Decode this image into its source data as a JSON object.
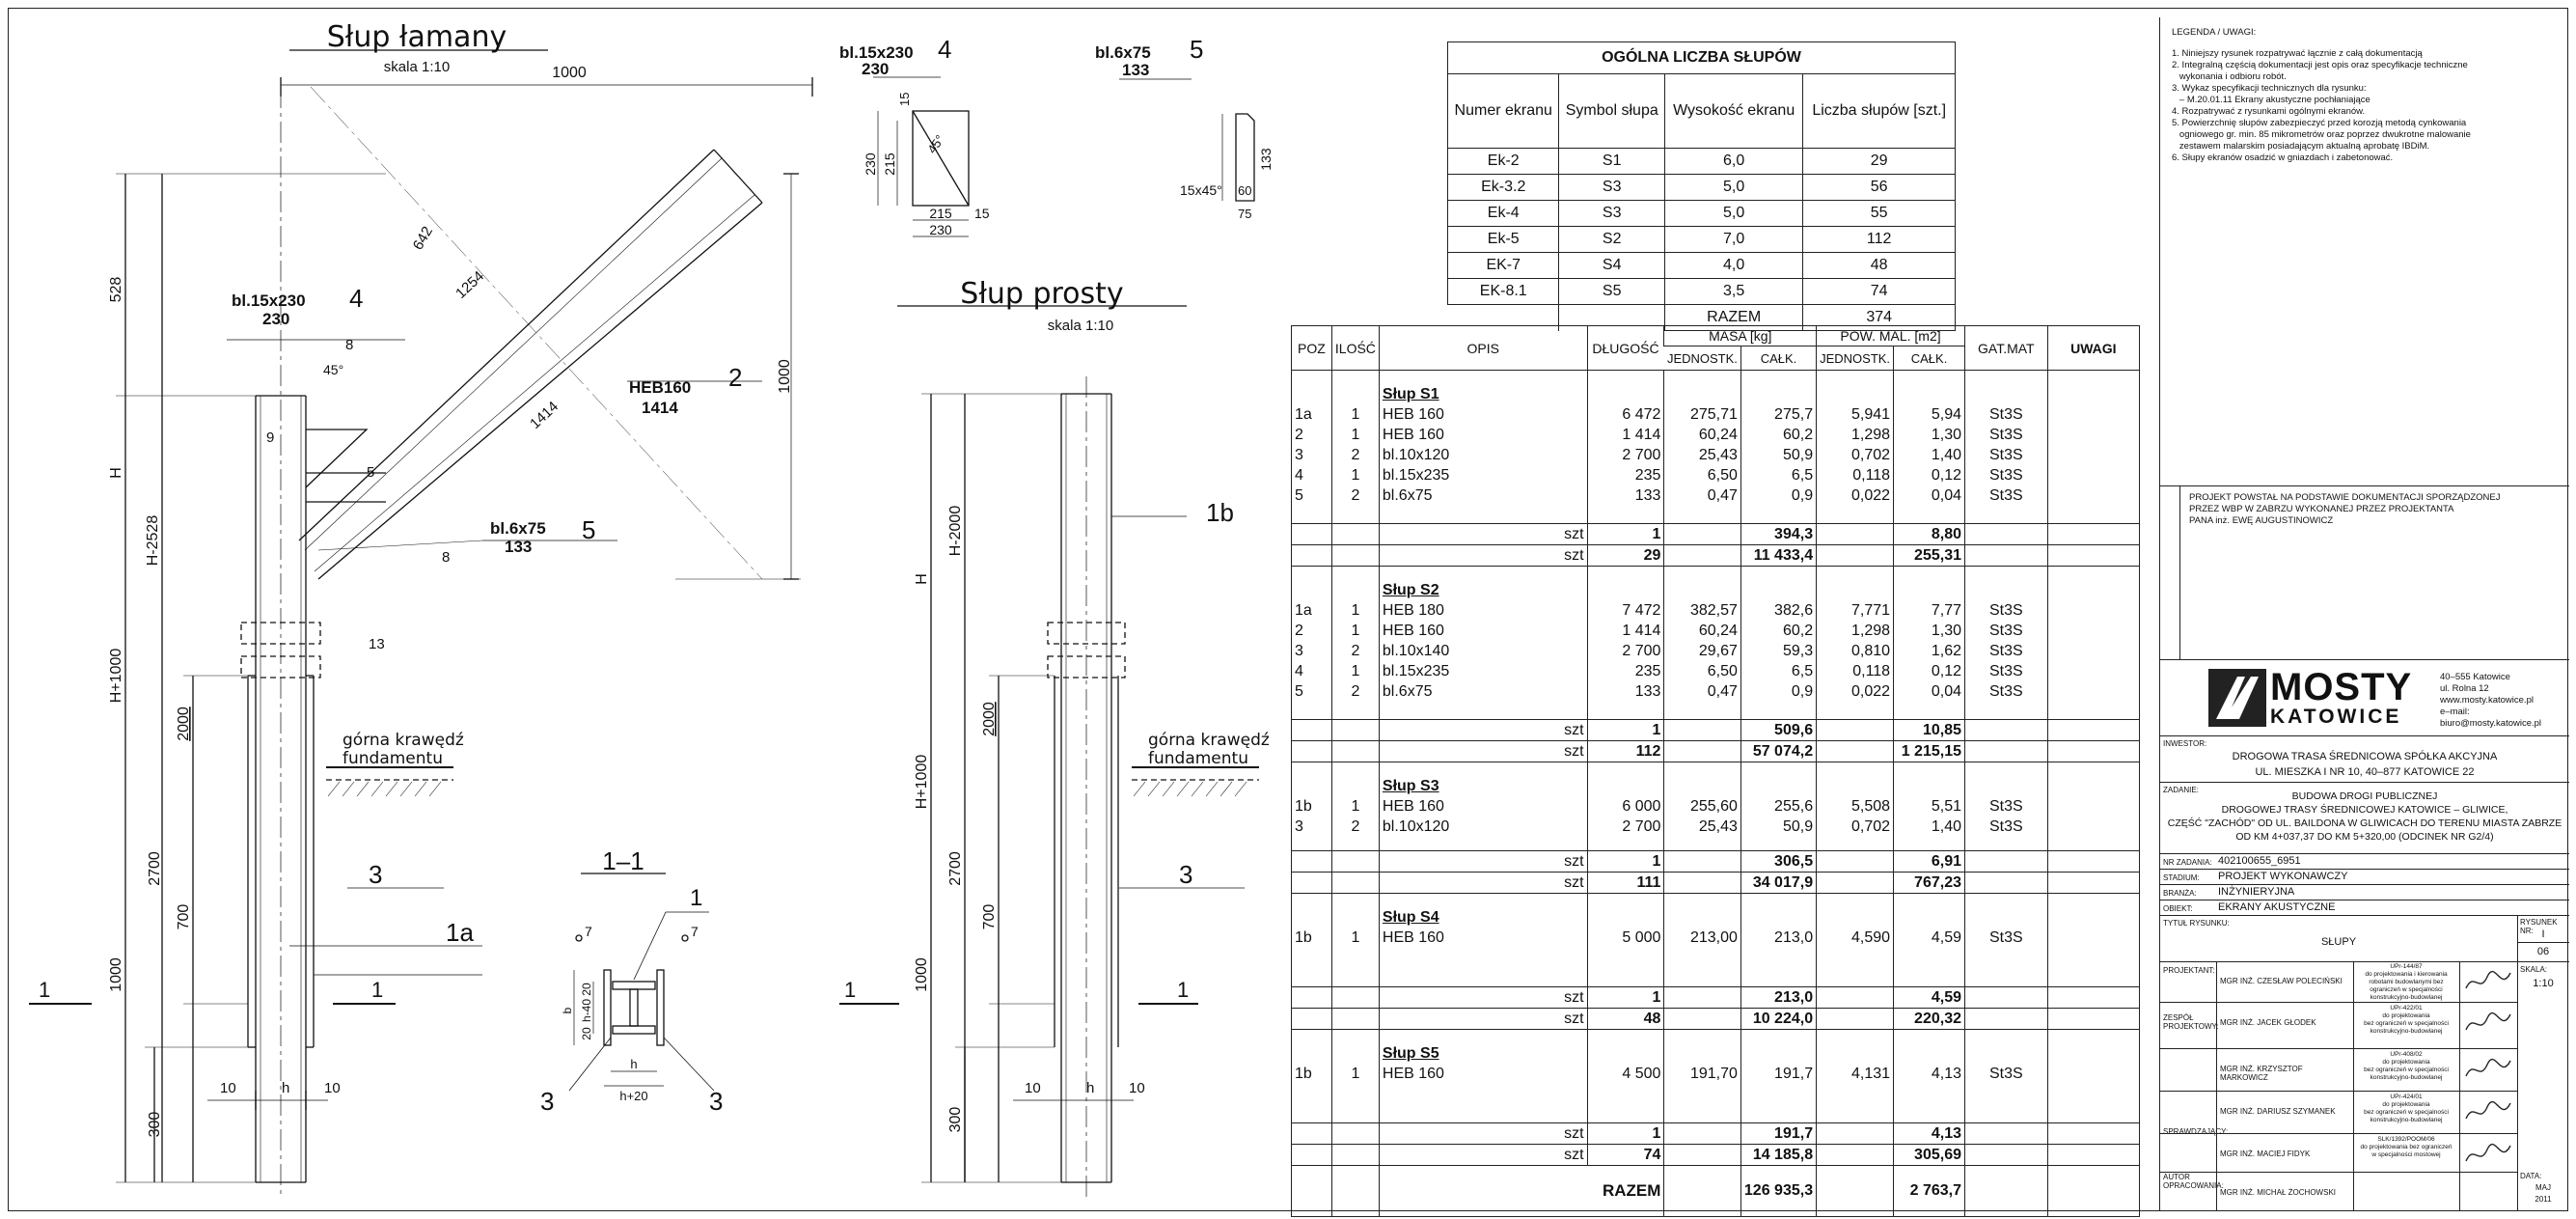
{
  "drawing_left": {
    "title": "Słup łamany",
    "scale": "skala 1:10",
    "dims": {
      "d1000_top": "1000",
      "d528": "528",
      "dH": "H",
      "dH2528": "H-2528",
      "dH1000": "H+1000",
      "d2000": "2000",
      "d2700": "2700",
      "d700": "700",
      "d1000_bot": "1000",
      "d300": "300",
      "d10a": "10",
      "dh": "h",
      "d10b": "10",
      "d642": "642",
      "d1254": "1254",
      "d1414": "1414",
      "d1000_right": "1000",
      "d45": "45°",
      "w8a": "8",
      "w9": "9",
      "w5": "5",
      "w8b": "8",
      "w13": "13"
    },
    "label_plate4": "bl.15x230",
    "label_plate4_len": "230",
    "mark4": "4",
    "label_heb": "HEB160",
    "label_heb_len": "1414",
    "mark2": "2",
    "label_plate5": "bl.6x75",
    "label_plate5_len": "133",
    "mark5": "5",
    "fund_label_1": "górna krawędź",
    "fund_label_2": "fundamentu",
    "mark3": "3",
    "mark1a": "1a",
    "sec_left": "1",
    "sec_right": "1"
  },
  "detail4": {
    "label": "bl.15x230",
    "len": "230",
    "mark": "4",
    "d15": "15",
    "d230v": "230",
    "d215v": "215",
    "d215h": "215",
    "d15h": "15",
    "d230h": "230",
    "angle": "45°"
  },
  "detail5": {
    "label": "bl.6x75",
    "len": "133",
    "mark": "5",
    "d133": "133",
    "chamfer": "15x45°",
    "d60": "60",
    "d75": "75"
  },
  "drawing_mid": {
    "title": "Słup prosty",
    "scale": "skala 1:10",
    "dims": {
      "dH": "H",
      "dH2000": "H-2000",
      "dH1000": "H+1000",
      "d2000": "2000",
      "d2700": "2700",
      "d700": "700",
      "d1000": "1000",
      "d300": "300",
      "d10a": "10",
      "dh": "h",
      "d10b": "10"
    },
    "mark1b": "1b",
    "mark3": "3",
    "fund_label_1": "górna krawędź",
    "fund_label_2": "fundamentu",
    "sec_left": "1",
    "sec_right": "1"
  },
  "section11": {
    "title": "1–1",
    "mark1": "1",
    "mark3a": "3",
    "mark3b": "3",
    "w7a": "7",
    "w7b": "7",
    "d20a": "20",
    "dh40": "h-40",
    "d20b": "20",
    "dh": "h",
    "dh20": "h+20",
    "db": "b"
  },
  "summary": {
    "title": "OGÓLNA LICZBA SŁUPÓW",
    "headers": [
      "Numer ekranu",
      "Symbol słupa",
      "Wysokość ekranu",
      "Liczba słupów [szt.]"
    ],
    "rows": [
      [
        "Ek-2",
        "S1",
        "6,0",
        "29"
      ],
      [
        "Ek-3.2",
        "S3",
        "5,0",
        "56"
      ],
      [
        "Ek-4",
        "S3",
        "5,0",
        "55"
      ],
      [
        "Ek-5",
        "S2",
        "7,0",
        "112"
      ],
      [
        "EK-7",
        "S4",
        "4,0",
        "48"
      ],
      [
        "EK-8.1",
        "S5",
        "3,5",
        "74"
      ]
    ],
    "total_label": "RAZEM",
    "total_value": "374"
  },
  "bom": {
    "headers": {
      "poz": "POZ",
      "ilosc": "ILOŚĆ",
      "opis": "OPIS",
      "dlugosc": "DŁUGOŚĆ",
      "masa": "MASA [kg]",
      "masa_j": "JEDNOSTK.",
      "masa_c": "CAŁK.",
      "pow": "POW. MAL. [m2]",
      "pow_j": "JEDNOSTK.",
      "pow_c": "CAŁK.",
      "gat": "GAT.MAT",
      "uwagi": "UWAGI"
    },
    "groups": [
      {
        "name": "Słup S1",
        "rows": [
          [
            "1a",
            "1",
            "HEB 160",
            "6 472",
            "275,71",
            "275,7",
            "5,941",
            "5,94",
            "St3S"
          ],
          [
            "2",
            "1",
            "HEB 160",
            "1 414",
            "60,24",
            "60,2",
            "1,298",
            "1,30",
            "St3S"
          ],
          [
            "3",
            "2",
            "bl.10x120",
            "2 700",
            "25,43",
            "50,9",
            "0,702",
            "1,40",
            "St3S"
          ],
          [
            "4",
            "1",
            "bl.15x235",
            "235",
            "6,50",
            "6,5",
            "0,118",
            "0,12",
            "St3S"
          ],
          [
            "5",
            "2",
            "bl.6x75",
            "133",
            "0,47",
            "0,9",
            "0,022",
            "0,04",
            "St3S"
          ]
        ],
        "szt1": "1",
        "mass1": "394,3",
        "area1": "8,80",
        "szt2": "29",
        "mass2": "11 433,4",
        "area2": "255,31"
      },
      {
        "name": "Słup S2",
        "rows": [
          [
            "1a",
            "1",
            "HEB 180",
            "7 472",
            "382,57",
            "382,6",
            "7,771",
            "7,77",
            "St3S"
          ],
          [
            "2",
            "1",
            "HEB 160",
            "1 414",
            "60,24",
            "60,2",
            "1,298",
            "1,30",
            "St3S"
          ],
          [
            "3",
            "2",
            "bl.10x140",
            "2 700",
            "29,67",
            "59,3",
            "0,810",
            "1,62",
            "St3S"
          ],
          [
            "4",
            "1",
            "bl.15x235",
            "235",
            "6,50",
            "6,5",
            "0,118",
            "0,12",
            "St3S"
          ],
          [
            "5",
            "2",
            "bl.6x75",
            "133",
            "0,47",
            "0,9",
            "0,022",
            "0,04",
            "St3S"
          ]
        ],
        "szt1": "1",
        "mass1": "509,6",
        "area1": "10,85",
        "szt2": "112",
        "mass2": "57 074,2",
        "area2": "1 215,15"
      },
      {
        "name": "Słup S3",
        "rows": [
          [
            "1b",
            "1",
            "HEB 160",
            "6 000",
            "255,60",
            "255,6",
            "5,508",
            "5,51",
            "St3S"
          ],
          [
            "3",
            "2",
            "bl.10x120",
            "2 700",
            "25,43",
            "50,9",
            "0,702",
            "1,40",
            "St3S"
          ]
        ],
        "szt1": "1",
        "mass1": "306,5",
        "area1": "6,91",
        "szt2": "111",
        "mass2": "34 017,9",
        "area2": "767,23"
      },
      {
        "name": "Słup S4",
        "rows": [
          [
            "1b",
            "1",
            "HEB 160",
            "5 000",
            "213,00",
            "213,0",
            "4,590",
            "4,59",
            "St3S"
          ]
        ],
        "szt1": "1",
        "mass1": "213,0",
        "area1": "4,59",
        "szt2": "48",
        "mass2": "10 224,0",
        "area2": "220,32"
      },
      {
        "name": "Słup S5",
        "rows": [
          [
            "1b",
            "1",
            "HEB 160",
            "4 500",
            "191,70",
            "191,7",
            "4,131",
            "4,13",
            "St3S"
          ]
        ],
        "szt1": "1",
        "mass1": "191,7",
        "area1": "4,13",
        "szt2": "74",
        "mass2": "14 185,8",
        "area2": "305,69"
      }
    ],
    "szt_label": "szt",
    "total_label": "RAZEM",
    "total_mass": "126 935,3",
    "total_area": "2 763,7"
  },
  "titleblock": {
    "legend_title": "LEGENDA / UWAGI:",
    "notes": [
      "1. Niniejszy rysunek rozpatrywać łącznie z całą dokumentacją",
      "2. Integralną częścią dokumentacji jest opis oraz specyfikacje techniczne",
      "   wykonania i odbioru robót.",
      "3. Wykaz specyfikacji technicznych dla rysunku:",
      "   – M.20.01.11 Ekrany akustyczne pochłaniające",
      "4. Rozpatrywać z rysunkami ogólnymi ekranów.",
      "5. Powierzchnię słupów zabezpieczyć przed korozją metodą cynkowania",
      "   ogniowego gr. min. 85 mikrometrów oraz poprzez dwukrotne malowanie",
      "   zestawem malarskim posiadającym aktualną aprobatę IBDiM.",
      "6. Słupy ekranów osadzić w gniazdach i zabetonować."
    ],
    "project_note": [
      "PROJEKT POWSTAŁ NA PODSTAWIE DOKUMENTACJI SPORZĄDZONEJ",
      "PRZEZ WBP W ZABRZU WYKONANEJ PRZEZ PROJEKTANTA",
      "PANA inż. EWĘ AUGUSTINOWICZ"
    ],
    "logo_main": "MOSTY",
    "logo_sub": "KATOWICE",
    "company_address": [
      "40–555 Katowice",
      "ul. Rolna 12",
      "www.mosty.katowice.pl",
      "e–mail: biuro@mosty.katowice.pl"
    ],
    "investor_label": "INWESTOR:",
    "investor": [
      "DROGOWA TRASA ŚREDNICOWA SPÓŁKA AKCYJNA",
      "UL. MIESZKA I NR 10, 40–877 KATOWICE 22"
    ],
    "object_label": "ZADANIE:",
    "object": [
      "BUDOWA DROGI PUBLICZNEJ",
      "DROGOWEJ TRASY ŚREDNICOWEJ KATOWICE – GLIWICE,",
      "CZĘŚĆ \"ZACHÓD\" OD UL. BAILDONA W GLIWICACH DO TERENU MIASTA ZABRZE",
      "OD KM 4+037,37 DO KM 5+320,00   (ODCINEK NR G2/4)"
    ],
    "nr_zadania_label": "NR ZADANIA:",
    "nr_zadania": "402100655_6951",
    "stadium_label": "STADIUM:",
    "stadium": "PROJEKT WYKONAWCZY",
    "branza_label": "BRANŻA:",
    "branza": "INŻYNIERYJNA",
    "obiekt_label": "OBIEKT:",
    "obiekt": "EKRANY AKUSTYCZNE",
    "tytul_label": "TYTUŁ RYSUNKU:",
    "tytul": "SŁUPY",
    "rys_nr_label": "RYSUNEK NR:",
    "rys_nr_1": "I",
    "rys_nr_2": "06",
    "skala_label": "SKALA:",
    "skala": "1:10",
    "data_label": "DATA:",
    "data_1": "MAJ",
    "data_2": "2011",
    "projektant_label": "PROJEKTANT:",
    "zespol_label": "ZESPÓŁ PROJEKTOWY:",
    "sprawdzajacy_label": "SPRAWDZAJĄCY:",
    "autor_label": "AUTOR OPRACOWANIA:",
    "people": [
      {
        "name": "MGR INŻ. CZESŁAW POLECIŃSKI",
        "lic": [
          "UPr-144/87",
          "do projektowania i kierowania",
          "robotami budowlanymi bez",
          "ograniczeń w specjalności",
          "konstrukcyjno-budowlanej"
        ]
      },
      {
        "name": "MGR INŻ. JACEK GŁODEK",
        "lic": [
          "UPr-422/01",
          "do projektowania",
          "bez ograniczeń w specjalności",
          "konstrukcyjno-budowlanej"
        ]
      },
      {
        "name": "MGR INŻ. KRZYSZTOF MARKOWICZ",
        "lic": [
          "UPr-408/02",
          "do projektowania",
          "bez ograniczeń w specjalności",
          "konstrukcyjno-budowlanej"
        ]
      },
      {
        "name": "MGR INŻ. DARIUSZ SZYMANEK",
        "lic": [
          "UPr-424/01",
          "do projektowania",
          "bez ograniczeń w specjalności",
          "konstrukcyjno-budowlanej"
        ]
      },
      {
        "name": "MGR INŻ. MACIEJ FIDYK",
        "lic": [
          "SLK/1392/POOM/06",
          "do projektowania bez ograniczeń",
          "w specjalności mostowej"
        ]
      },
      {
        "name": "MGR INŻ. MICHAŁ ŻOCHOWSKI",
        "lic": []
      }
    ]
  }
}
